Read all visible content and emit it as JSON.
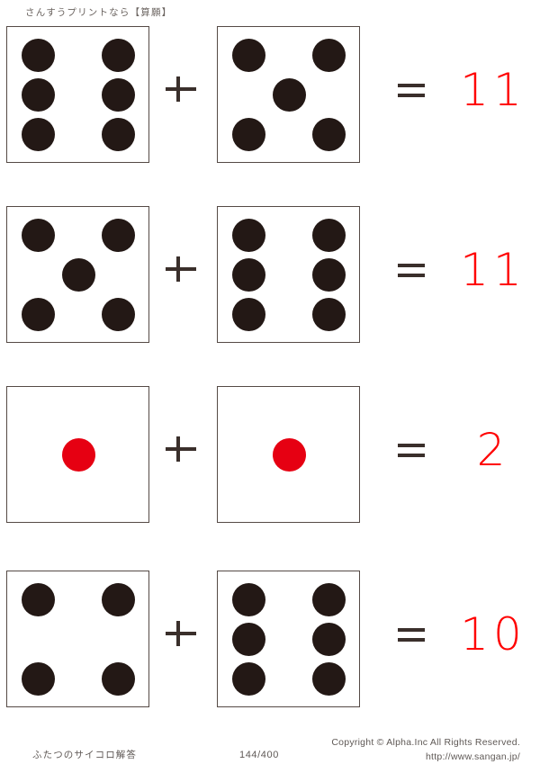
{
  "header": {
    "title": "さんすうプリントなら【算願】"
  },
  "colors": {
    "pip_black": "#231815",
    "pip_red": "#e60012",
    "answer_red": "#ff0000",
    "box_border": "#554a45",
    "footer_text": "#5f5956"
  },
  "operators": {
    "plus": "+",
    "equals": "="
  },
  "problems": [
    {
      "left_die": {
        "value": 6,
        "pip_color": "black",
        "pips": [
          "top-left",
          "top-right",
          "middle-left",
          "middle-right",
          "bottom-left",
          "bottom-right"
        ]
      },
      "right_die": {
        "value": 5,
        "pip_color": "black",
        "pips": [
          "top-left",
          "top-right",
          "center",
          "bottom-left",
          "bottom-right"
        ]
      },
      "answer": "11"
    },
    {
      "left_die": {
        "value": 5,
        "pip_color": "black",
        "pips": [
          "top-left",
          "top-right",
          "center",
          "bottom-left",
          "bottom-right"
        ]
      },
      "right_die": {
        "value": 6,
        "pip_color": "black",
        "pips": [
          "top-left",
          "top-right",
          "middle-left",
          "middle-right",
          "bottom-left",
          "bottom-right"
        ]
      },
      "answer": "11"
    },
    {
      "left_die": {
        "value": 1,
        "pip_color": "red",
        "pips": [
          "center"
        ]
      },
      "right_die": {
        "value": 1,
        "pip_color": "red",
        "pips": [
          "center"
        ]
      },
      "answer": "2"
    },
    {
      "left_die": {
        "value": 4,
        "pip_color": "black",
        "pips": [
          "top-left",
          "top-right",
          "bottom-left",
          "bottom-right"
        ]
      },
      "right_die": {
        "value": 6,
        "pip_color": "black",
        "pips": [
          "top-left",
          "top-right",
          "middle-left",
          "middle-right",
          "bottom-left",
          "bottom-right"
        ]
      },
      "answer": "10"
    }
  ],
  "footer": {
    "title": "ふたつのサイコロ解答",
    "page": "144/400",
    "copyright": "Copyright ©  Alpha.Inc All Rights Reserved.",
    "url": "http://www.sangan.jp/"
  }
}
